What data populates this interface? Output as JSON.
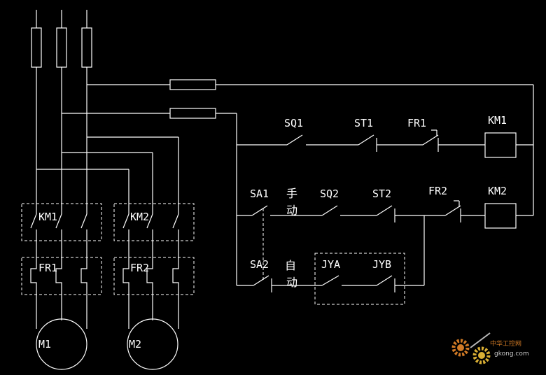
{
  "labels": {
    "km1_box": "KM1",
    "km2_box": "KM2",
    "fr1_box": "FR1",
    "fr2_box": "FR2",
    "motor1": "M1",
    "motor2": "M2",
    "sq1": "SQ1",
    "st1": "ST1",
    "fr1_contact": "FR1",
    "km1_coil": "KM1",
    "sa1": "SA1",
    "manual_1": "手",
    "manual_2": "动",
    "sq2": "SQ2",
    "st2": "ST2",
    "fr2_contact": "FR2",
    "km2_coil": "KM2",
    "sa2": "SA2",
    "auto_1": "自",
    "auto_2": "动",
    "jya": "JYA",
    "jyb": "JYB"
  },
  "watermark": {
    "site_cn": "中华工控网",
    "site_url": "gkong.com"
  },
  "colors": {
    "background": "#000000",
    "line": "#ffffff",
    "watermark_orange": "#e8882a",
    "watermark_yellow": "#f2c23a"
  }
}
